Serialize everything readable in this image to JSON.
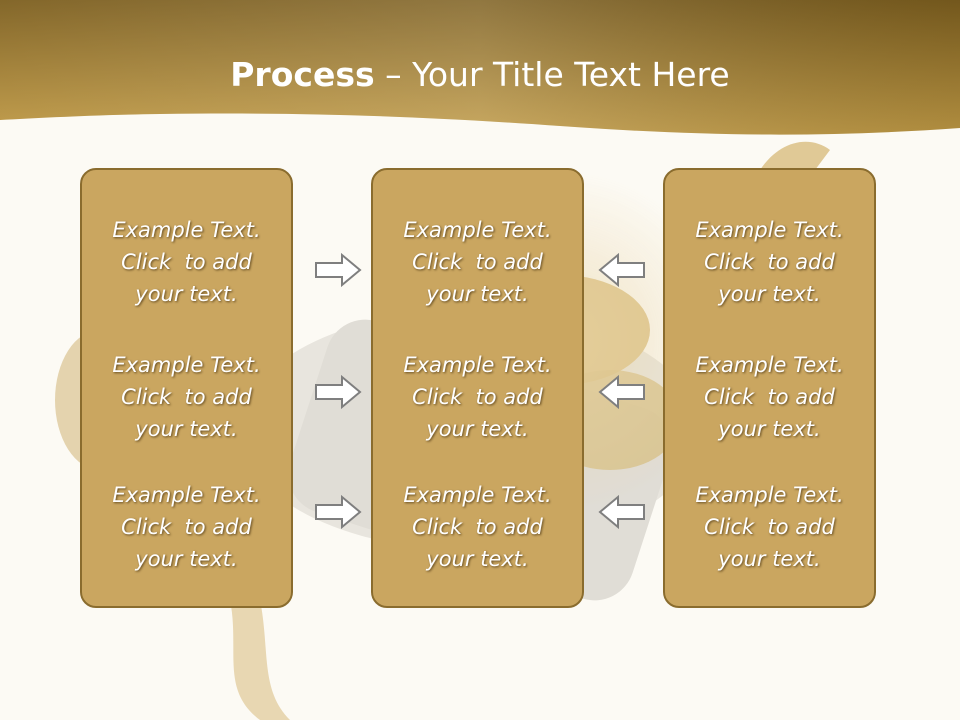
{
  "slide": {
    "title_bold": "Process",
    "title_rest": " – Your Title Text Here"
  },
  "columns": [
    {
      "cells": [
        {
          "line1": "Example Text.",
          "line2": "Click  to add",
          "line3": "your text."
        },
        {
          "line1": "Example Text.",
          "line2": "Click  to add",
          "line3": "your text."
        },
        {
          "line1": "Example Text.",
          "line2": "Click  to add",
          "line3": "your text."
        }
      ]
    },
    {
      "cells": [
        {
          "line1": "Example Text.",
          "line2": "Click  to add",
          "line3": "your text."
        },
        {
          "line1": "Example Text.",
          "line2": "Click  to add",
          "line3": "your text."
        },
        {
          "line1": "Example Text.",
          "line2": "Click  to add",
          "line3": "your text."
        }
      ]
    },
    {
      "cells": [
        {
          "line1": "Example Text.",
          "line2": "Click  to add",
          "line3": "your text."
        },
        {
          "line1": "Example Text.",
          "line2": "Click  to add",
          "line3": "your text."
        },
        {
          "line1": "Example Text.",
          "line2": "Click  to add",
          "line3": "your text."
        }
      ]
    }
  ],
  "arrows": {
    "left_to_center": [
      "right-arrow-icon",
      "right-arrow-icon",
      "right-arrow-icon"
    ],
    "right_to_center": [
      "left-arrow-icon",
      "left-arrow-icon",
      "left-arrow-icon"
    ]
  },
  "colors": {
    "header": "#a88331",
    "box_fill": "#caa660",
    "box_border": "#8a6c2e",
    "background": "#fcfaf4",
    "text": "#ffffff"
  }
}
